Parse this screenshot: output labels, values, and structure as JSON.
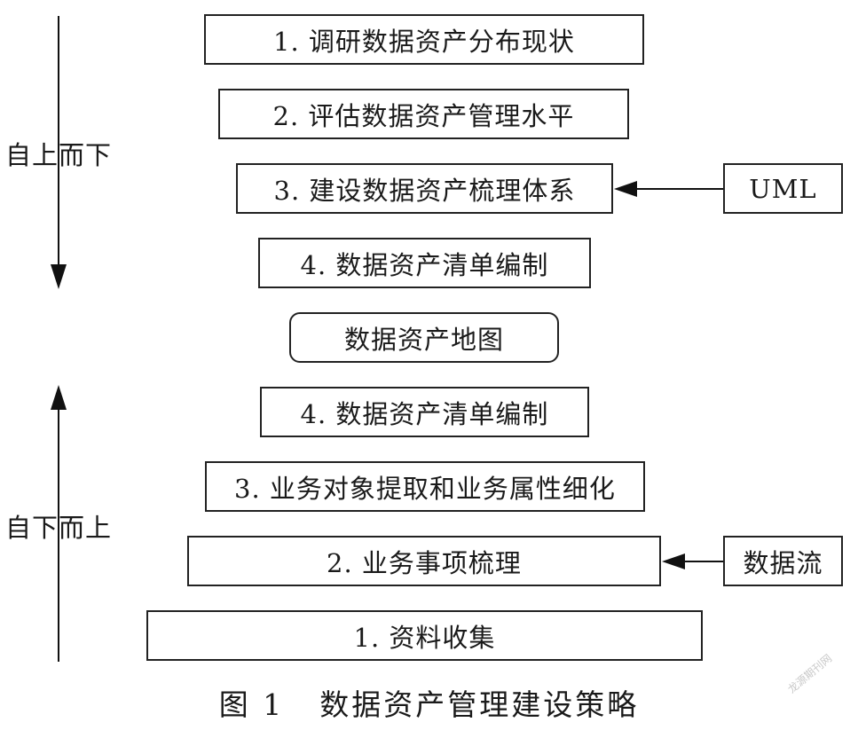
{
  "top_down": {
    "label": "自上而下",
    "steps": [
      "1. 调研数据资产分布现状",
      "2. 评估数据资产管理水平",
      "3. 建设数据资产梳理体系",
      "4. 数据资产清单编制"
    ]
  },
  "center": {
    "label": "数据资产地图"
  },
  "bottom_up": {
    "label": "自下而上",
    "steps": [
      "4. 数据资产清单编制",
      "3. 业务对象提取和业务属性细化",
      "2. 业务事项梳理",
      "1. 资料收集"
    ]
  },
  "inputs": {
    "uml": "UML",
    "data_flow": "数据流"
  },
  "caption": {
    "number": "图 1",
    "title": "数据资产管理建设策略"
  },
  "watermark": "龙源期刊网"
}
